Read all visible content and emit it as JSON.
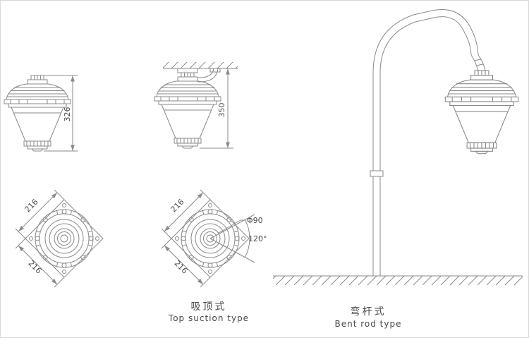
{
  "colors": {
    "line": "#8a8a8a",
    "text": "#4a4a4a",
    "background": "#ffffff"
  },
  "views": {
    "side_left": {
      "height_dim": "326"
    },
    "side_top_suction": {
      "height_dim": "350"
    },
    "top_view_left": {
      "edge_dim_upper": "216",
      "edge_dim_lower": "216"
    },
    "top_view_middle": {
      "edge_dim_upper": "216",
      "edge_dim_lower": "216",
      "diameter_dim": "Φ90",
      "angle_dim": "120°"
    }
  },
  "captions": {
    "top_suction_cn": "吸顶式",
    "top_suction_en": "Top suction type",
    "bent_rod_cn": "弯杆式",
    "bent_rod_en": "Bent rod type"
  }
}
